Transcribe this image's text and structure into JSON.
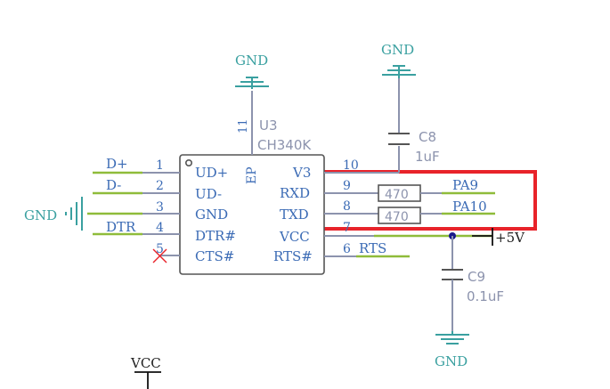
{
  "chip": {
    "ref": "U3",
    "part": "CH340K",
    "ep_label": "EP",
    "left_pins": [
      {
        "num": "1",
        "name": "UD+",
        "net": "D+"
      },
      {
        "num": "2",
        "name": "UD-",
        "net": "D-"
      },
      {
        "num": "3",
        "name": "GND",
        "net": ""
      },
      {
        "num": "4",
        "name": "DTR#",
        "net": "DTR"
      },
      {
        "num": "5",
        "name": "CTS#",
        "net": ""
      }
    ],
    "right_pins": [
      {
        "num": "10",
        "name": "V3"
      },
      {
        "num": "9",
        "name": "RXD"
      },
      {
        "num": "8",
        "name": "TXD"
      },
      {
        "num": "7",
        "name": "VCC"
      },
      {
        "num": "6",
        "name": "RTS#"
      }
    ],
    "top_pin": "11"
  },
  "nets": {
    "pa9": "PA9",
    "pa10": "PA10",
    "rts": "RTS",
    "plus5v": "+5V",
    "vcc": "VCC"
  },
  "gnd_labels": {
    "top_u3": "GND",
    "top_c8": "GND",
    "left": "GND",
    "bottom_c9": "GND"
  },
  "components": {
    "c8": {
      "ref": "C8",
      "value": "1uF"
    },
    "c9": {
      "ref": "C9",
      "value": "0.1uF"
    },
    "r_rxd": {
      "value": "470"
    },
    "r_txd": {
      "value": "470"
    }
  },
  "colors": {
    "wire": "#8fbc3a",
    "text_blue": "#3b6bb5",
    "component": "#8c93ad",
    "ground": "#3aa0a0",
    "highlight": "#e8232a",
    "text_dark": "#222222"
  }
}
